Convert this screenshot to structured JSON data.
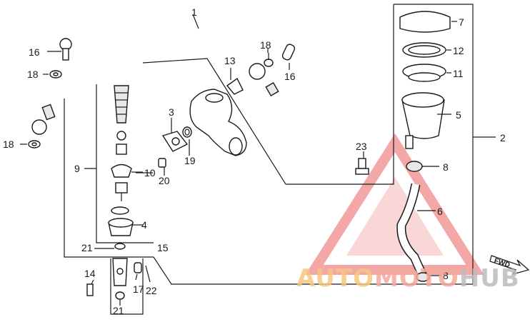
{
  "diagram": {
    "part_labels": [
      {
        "id": "1",
        "text": "1"
      },
      {
        "id": "2",
        "text": "2"
      },
      {
        "id": "3",
        "text": "3"
      },
      {
        "id": "4",
        "text": "4"
      },
      {
        "id": "5",
        "text": "5"
      },
      {
        "id": "6",
        "text": "6"
      },
      {
        "id": "7",
        "text": "7"
      },
      {
        "id": "8a",
        "text": "8"
      },
      {
        "id": "8b",
        "text": "8"
      },
      {
        "id": "9",
        "text": "9"
      },
      {
        "id": "10",
        "text": "10"
      },
      {
        "id": "11",
        "text": "11"
      },
      {
        "id": "12",
        "text": "12"
      },
      {
        "id": "13",
        "text": "13"
      },
      {
        "id": "14",
        "text": "14"
      },
      {
        "id": "15",
        "text": "15"
      },
      {
        "id": "16a",
        "text": "16"
      },
      {
        "id": "16b",
        "text": "16"
      },
      {
        "id": "17",
        "text": "17"
      },
      {
        "id": "18a",
        "text": "18"
      },
      {
        "id": "18b",
        "text": "18"
      },
      {
        "id": "18c",
        "text": "18"
      },
      {
        "id": "19",
        "text": "19"
      },
      {
        "id": "20",
        "text": "20"
      },
      {
        "id": "21a",
        "text": "21"
      },
      {
        "id": "21b",
        "text": "21"
      },
      {
        "id": "22",
        "text": "22"
      },
      {
        "id": "23",
        "text": "23"
      }
    ],
    "fwd_label": "FWD"
  },
  "watermark": {
    "part1": "AUTO",
    "part2": "MOTO",
    "part3": "HUB",
    "colors": {
      "part1": "#f5c77e",
      "part2": "#f4a99b",
      "part3": "#bcbcbc",
      "triangle": "#f08a8a"
    }
  }
}
